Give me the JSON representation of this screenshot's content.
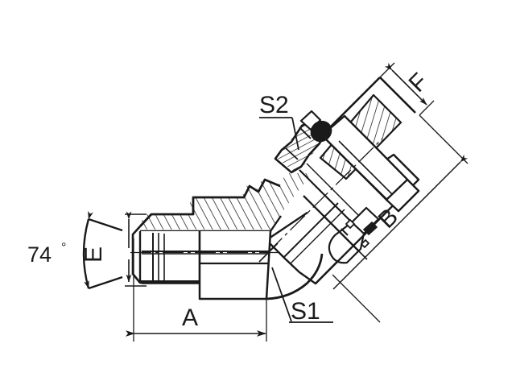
{
  "drawing": {
    "type": "engineering-section-drawing",
    "subject": "45 degree elbow hydraulic adapter fitting",
    "background_color": "#ffffff",
    "line_color": "#1a1a1a",
    "labels": {
      "angle": "74",
      "degree_symbol": "°",
      "dim_e": "E",
      "dim_a": "A",
      "dim_b": "B",
      "dim_f": "F",
      "hex_s1": "S1",
      "hex_s2": "S2"
    },
    "annotations": [
      {
        "name": "cone-angle",
        "text": "74°",
        "role": "JIC 74 degree flare seat angle"
      },
      {
        "name": "dimension-e",
        "text": "E",
        "role": "cone seat outside diameter"
      },
      {
        "name": "dimension-a",
        "text": "A",
        "role": "male thread end length"
      },
      {
        "name": "dimension-b",
        "text": "B",
        "role": "overall branch length on 45 degree leg"
      },
      {
        "name": "dimension-f",
        "text": "F",
        "role": "nut / swivel end length"
      },
      {
        "name": "hex-size-s1",
        "text": "S1",
        "role": "across-flats hex size of body"
      },
      {
        "name": "hex-size-s2",
        "text": "S2",
        "role": "across-flats hex size of swivel nut"
      }
    ]
  }
}
